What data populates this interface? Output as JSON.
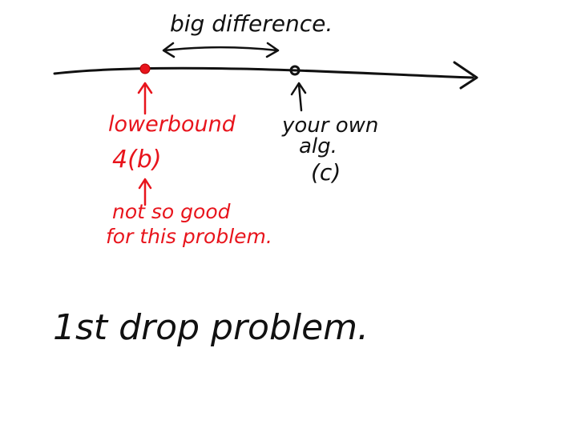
{
  "colors": {
    "black_ink": "#111111",
    "red_ink": "#e8141c",
    "background": "#ffffff"
  },
  "annotations": {
    "difference_label": "big difference.",
    "lower_bound_label": "lowerbound",
    "lower_bound_ref": "4(b)",
    "red_note_line1": "not so good",
    "red_note_line2": "for this problem.",
    "own_alg_line1": "your own",
    "own_alg_line2": "alg.",
    "own_alg_ref": "(c)",
    "bottom_note": "1st drop problem."
  }
}
